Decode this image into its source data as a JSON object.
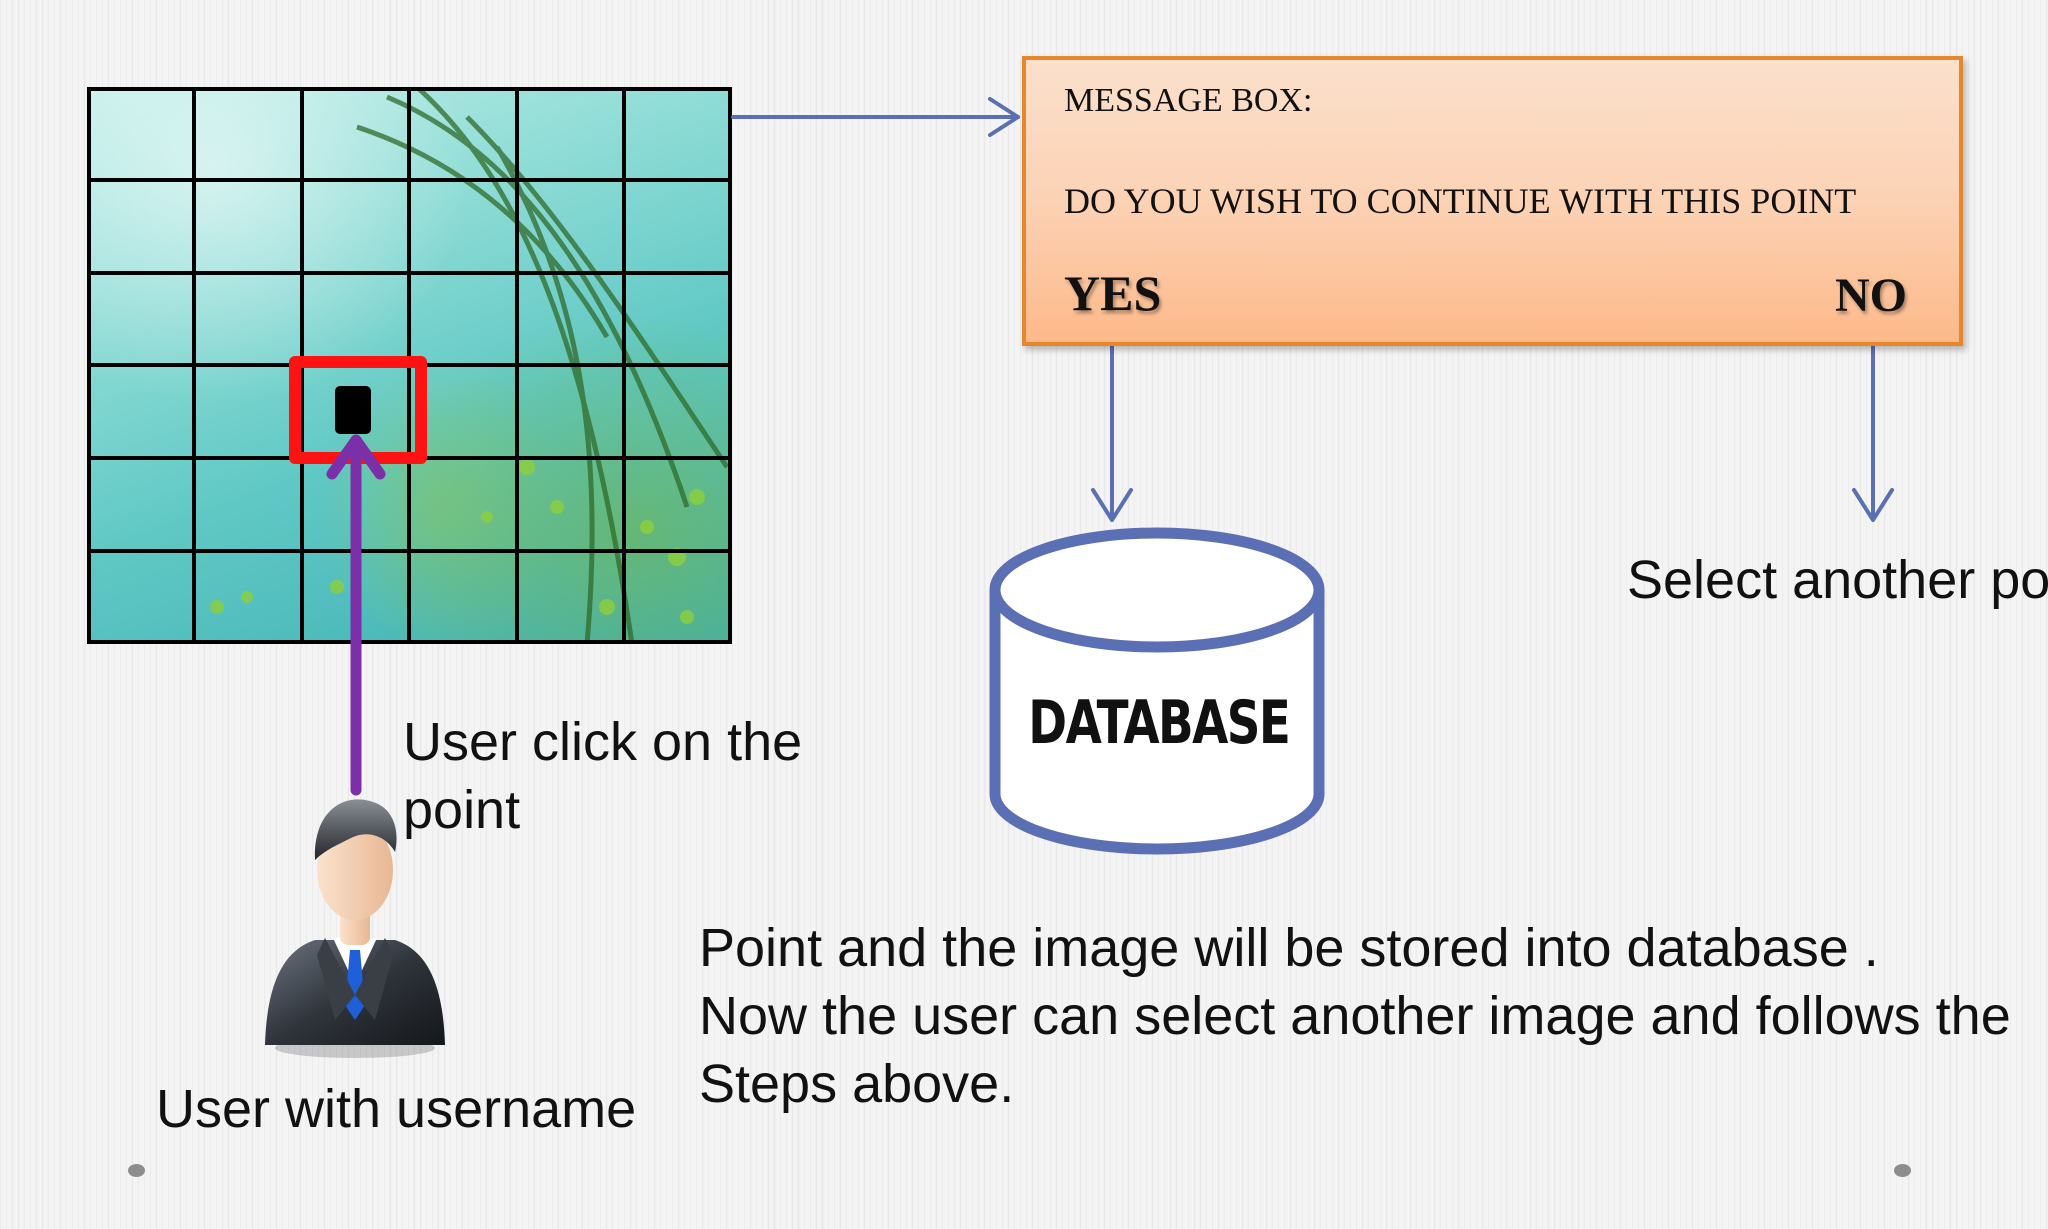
{
  "image_grid": {
    "rows": 6,
    "cols": 6
  },
  "message_box": {
    "title": "MESSAGE BOX:",
    "question": "DO YOU WISH TO CONTINUE WITH THIS POINT",
    "yes_label": "YES",
    "no_label": "NO"
  },
  "database": {
    "label": "DATABASE"
  },
  "captions": {
    "click": [
      "User click on the",
      "point"
    ],
    "no_outcome": "Select another point",
    "user": "User with username",
    "summary": [
      "Point and the image will be stored into database .",
      "Now the user can select another image and follows the",
      "Steps above."
    ]
  },
  "colors": {
    "arrow": "#5b6fb5",
    "click_arrow": "#7b2fa8",
    "selection": "#ff1212",
    "message_border": "#e8862c",
    "message_fill": "#fdc49c"
  }
}
